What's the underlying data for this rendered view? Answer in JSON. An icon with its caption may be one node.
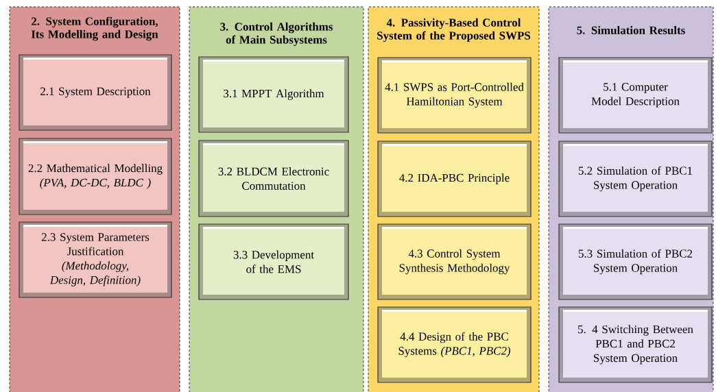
{
  "diagram": {
    "nodes": [
      {
        "text": [
          "2. System Configuration, Its Modelling and Design"
        ]
      },
      {
        "text": [
          "2.1 System Description"
        ],
        "in": 0
      },
      {
        "text": [
          "2.2 Mathematical Modelling",
          "(PVA, DC-DC, BLDC )"
        ],
        "in": 0
      },
      {
        "text": [
          "2.3 System  Parameters Justification",
          "(Methodology, Design, Definition)"
        ],
        "in": 0
      },
      {
        "text": [
          "3. Control Algorithms of Main Subsystems"
        ]
      },
      {
        "text": [
          "3.1 MPPT Algorithm"
        ],
        "in": 4
      },
      {
        "text": [
          "3.2 BLDCM Electronic Commutation"
        ],
        "in": 4
      },
      {
        "text": [
          "3.3 Development of the EMS"
        ],
        "in": 4
      },
      {
        "text": [
          "4. Passivity-Based Control System of the Proposed SWPS"
        ]
      },
      {
        "text": [
          "4.1 SWPS as Port-Controlled Hamiltonian System"
        ],
        "in": 8
      },
      {
        "text": [
          "4.2 IDA-PBC Principle"
        ],
        "in": 8
      },
      {
        "text": [
          "4.3 Control System Synthesis Methodology"
        ],
        "in": 8
      },
      {
        "text": [
          "4.4 Design of the PBC Systems *(PBC1, PBC2)*"
        ],
        "in": 8
      },
      {
        "text": [
          "5. Simulation Results"
        ]
      },
      {
        "text": [
          "5.1 Computer Model Description"
        ],
        "in": 13
      },
      {
        "text": [
          "5.2 Simulation of PBC1 System Operation"
        ],
        "in": 13
      },
      {
        "text": [
          "5.3 Simulation of PBC2 System Operation"
        ],
        "in": 13
      },
      {
        "text": [
          "5. 4 Switching Between PBC1 and PBC2 System Operation"
        ],
        "in": 13
      }
    ]
  }
}
